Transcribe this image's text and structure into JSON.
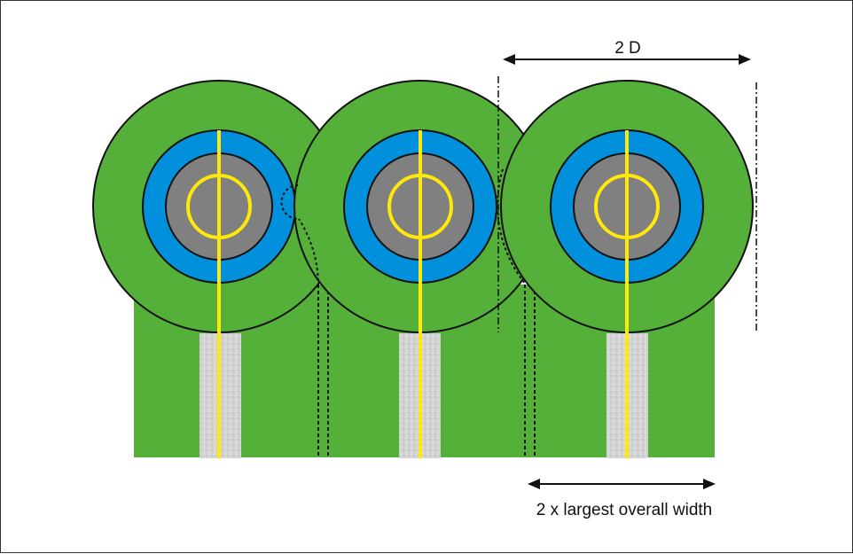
{
  "diagram": {
    "dimension_top_label": "2 D",
    "dimension_bottom_label": "2 x largest overall width",
    "units_count": 3
  },
  "colors": {
    "green": "#55b03a",
    "blue": "#0090dc",
    "gray": "#808080",
    "yellow": "#ffe80a",
    "stripe_light": "#d4d4d4",
    "stroke": "#111111"
  }
}
